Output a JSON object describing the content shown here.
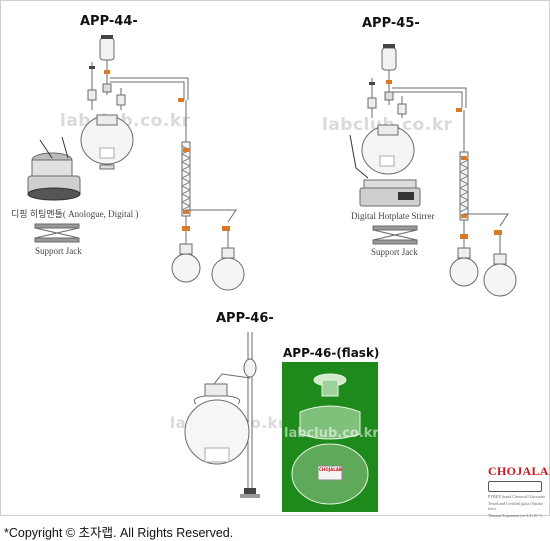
{
  "titles": {
    "app44": "APP-44-",
    "app45": "APP-45-",
    "app46": "APP-46-",
    "app46_flask": "APP-46-(flask)"
  },
  "captions": {
    "mantle": "디핑 히팅멘틀( Anologue, Digital )",
    "support_jack_1": "Support Jack",
    "hotplate": "Digital Hotplate Stirrer",
    "support_jack_2": "Support Jack"
  },
  "watermarks": {
    "w1": "labclub.co.kr",
    "w2": "labclub.co.kr",
    "w3": "labclub.co.kr",
    "w4": "labclub.co.kr"
  },
  "labels": {
    "flask_label": "CHOJALAB"
  },
  "logo": {
    "name": "CHOJALAB",
    "sub_1": "PYREX brand Chemical Glassware",
    "sub_2": "Tested and Certified glass (Smoke free)",
    "sub_3": "Thermal Expansion (α=3.3×10⁻⁶)"
  },
  "footer": {
    "copyright": "*Copyright © 초자랩.     All Rights Reserved."
  },
  "colors": {
    "glass_stroke": "#6b6b6b",
    "clip_orange": "#d97a2a",
    "photo_green": "#1f8a1c",
    "brand_red": "#c3191f"
  }
}
